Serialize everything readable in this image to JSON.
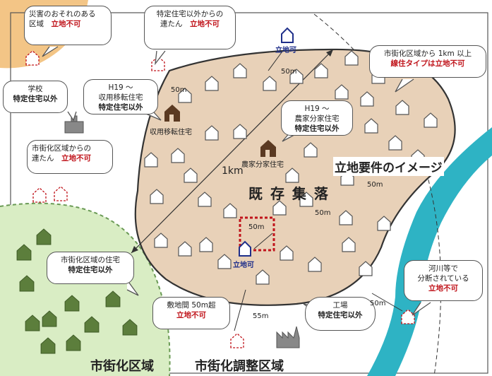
{
  "title": "立地要件のイメージ",
  "colors": {
    "settlement": "#e8d1b8",
    "urban": "#d9edc4",
    "river": "#2eb3c4",
    "hazard": "#f3c586",
    "ng": "#c0141b",
    "ok_house": "#1f2f8a"
  },
  "area_labels": {
    "settlement": "既 存 集 落",
    "urban": "市街化区域",
    "adjustment": "市街化調整区域"
  },
  "bubbles": {
    "hazard": {
      "line1": "災害のおそれのある",
      "line2": "区域",
      "ng": "立地不可"
    },
    "continuity_outside": {
      "line1": "特定住宅以外からの",
      "line2": "連たん",
      "ng": "立地不可"
    },
    "far_line": {
      "line1": "市街化区域から 1km 以上",
      "ng": "線住タイプは立地不可"
    },
    "relocation": {
      "line1": "H19 〜",
      "line2": "収用移転住宅",
      "ok": "特定住宅以外"
    },
    "school": {
      "line1": "学校",
      "ok": "特定住宅以外"
    },
    "farm": {
      "line1": "H19 〜",
      "line2": "農家分家住宅",
      "ok": "特定住宅以外"
    },
    "continuity_urban": {
      "line1": "市街化区域からの",
      "line2": "連たん",
      "ng": "立地不可"
    },
    "urban_house": {
      "line1": "市街化区域の住宅",
      "ok": "特定住宅以外"
    },
    "gap": {
      "line1": "敷地間 50m超",
      "ng": "立地不可"
    },
    "factory": {
      "line1": "工場",
      "ok": "特定住宅以外"
    },
    "river": {
      "line1": "河川等で",
      "line2": "分断されている",
      "ng": "立地不可"
    }
  },
  "labels": {
    "ok_top": "立地可",
    "ok_center": "立地可",
    "relocation_house": "収用移転住宅",
    "farm_house": "農家分家住宅",
    "d_50m_a": "50m",
    "d_50m_b": "50m",
    "d_50m_c": "50m",
    "d_50m_d": "50m",
    "d_50m_e": "50m",
    "d_50m_f": "50m",
    "d_55m": "55m",
    "d_1km": "1km"
  }
}
